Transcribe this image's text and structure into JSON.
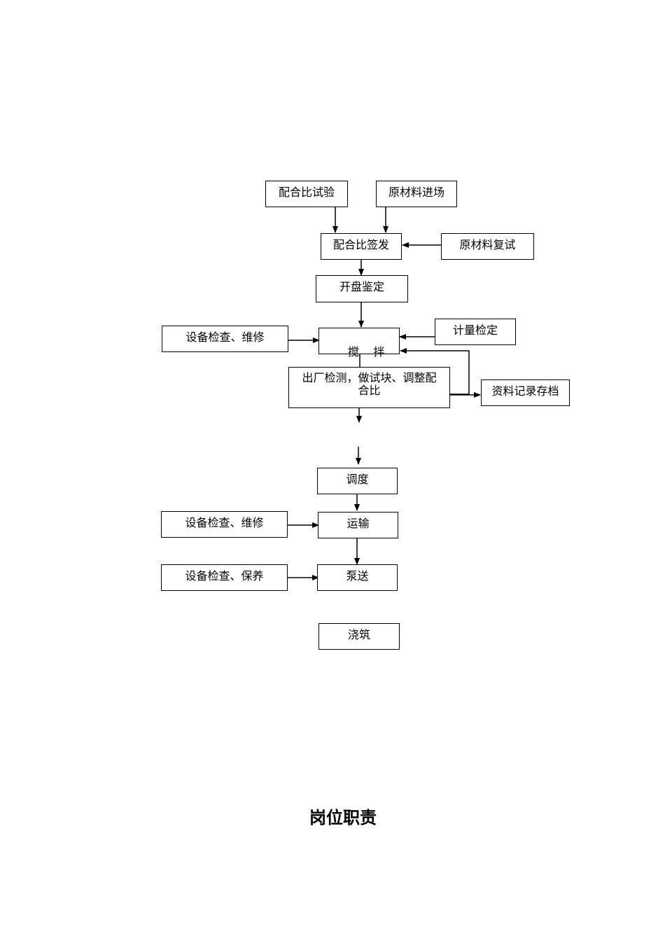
{
  "flowchart": {
    "nodes": {
      "mix_test": "配合比试验",
      "material_arrival": "原材料进场",
      "mix_issue": "配合比签发",
      "material_retest": "原材料复试",
      "batch_verification": "开盘鉴定",
      "equipment_check_1": "设备检查、维修",
      "mixing": "搅    拌",
      "metering_calibration": "计量检定",
      "factory_inspection": "出厂检测，做试块、调整配合比",
      "record_archive": "资料记录存档",
      "dispatch": "调度",
      "equipment_check_2": "设备检查、维修",
      "transport": "运输",
      "equipment_check_3": "设备检查、保养",
      "pumping": "泵送",
      "pouring": "浇筑"
    }
  },
  "section_heading": "岗位职责"
}
